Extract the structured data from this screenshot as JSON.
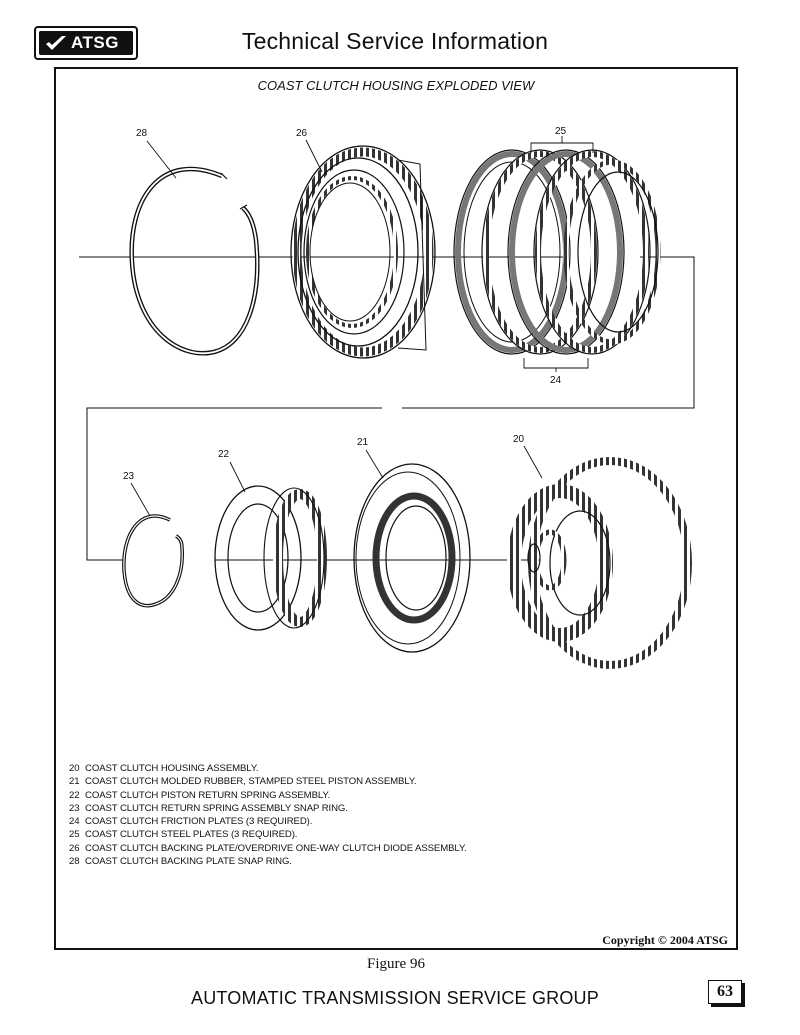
{
  "header": {
    "logo_text": "ATSG",
    "title": "Technical Service Information"
  },
  "figure": {
    "heading": "COAST CLUTCH HOUSING EXPLODED VIEW",
    "callouts": [
      "28",
      "26",
      "25",
      "24",
      "21",
      "20",
      "22",
      "23"
    ],
    "legend": [
      {
        "num": "20",
        "text": "COAST CLUTCH HOUSING ASSEMBLY."
      },
      {
        "num": "21",
        "text": "COAST CLUTCH MOLDED RUBBER, STAMPED STEEL PISTON ASSEMBLY."
      },
      {
        "num": "22",
        "text": "COAST CLUTCH PISTON RETURN SPRING ASSEMBLY."
      },
      {
        "num": "23",
        "text": "COAST CLUTCH RETURN SPRING ASSEMBLY SNAP RING."
      },
      {
        "num": "24",
        "text": "COAST CLUTCH FRICTION PLATES  (3 REQUIRED)."
      },
      {
        "num": "25",
        "text": "COAST CLUTCH STEEL PLATES  (3 REQUIRED)."
      },
      {
        "num": "26",
        "text": "COAST CLUTCH BACKING PLATE/OVERDRIVE ONE-WAY CLUTCH DIODE ASSEMBLY."
      },
      {
        "num": "28",
        "text": "COAST CLUTCH BACKING PLATE SNAP RING."
      }
    ],
    "copyright": "Copyright © 2004 ATSG",
    "caption": "Figure 96"
  },
  "footer": {
    "title": "AUTOMATIC TRANSMISSION SERVICE GROUP",
    "page_number": "63"
  }
}
